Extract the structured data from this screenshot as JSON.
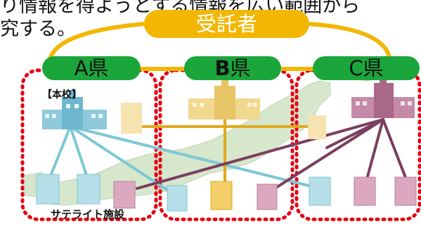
{
  "header": {
    "line1": "り情報を得ようとする情報を広い範囲から",
    "line2": "究する。"
  },
  "contractor_label": "受託者",
  "prefectures": [
    {
      "name": "A県",
      "prefix": "",
      "suffix": ""
    },
    {
      "name": "",
      "prefix": "B",
      "suffix": "県"
    },
    {
      "name": "C県",
      "prefix": "",
      "suffix": ""
    }
  ],
  "main_school_label": "【本校】",
  "satellite_label": "サテライト施設",
  "colors": {
    "contractor": "#f2b705",
    "prefecture_pill": "#1aa63b",
    "boundary": "#e60012",
    "link_a": "#7cc7d6",
    "link_b": "#e1a91b",
    "link_c": "#7a3e5e"
  }
}
